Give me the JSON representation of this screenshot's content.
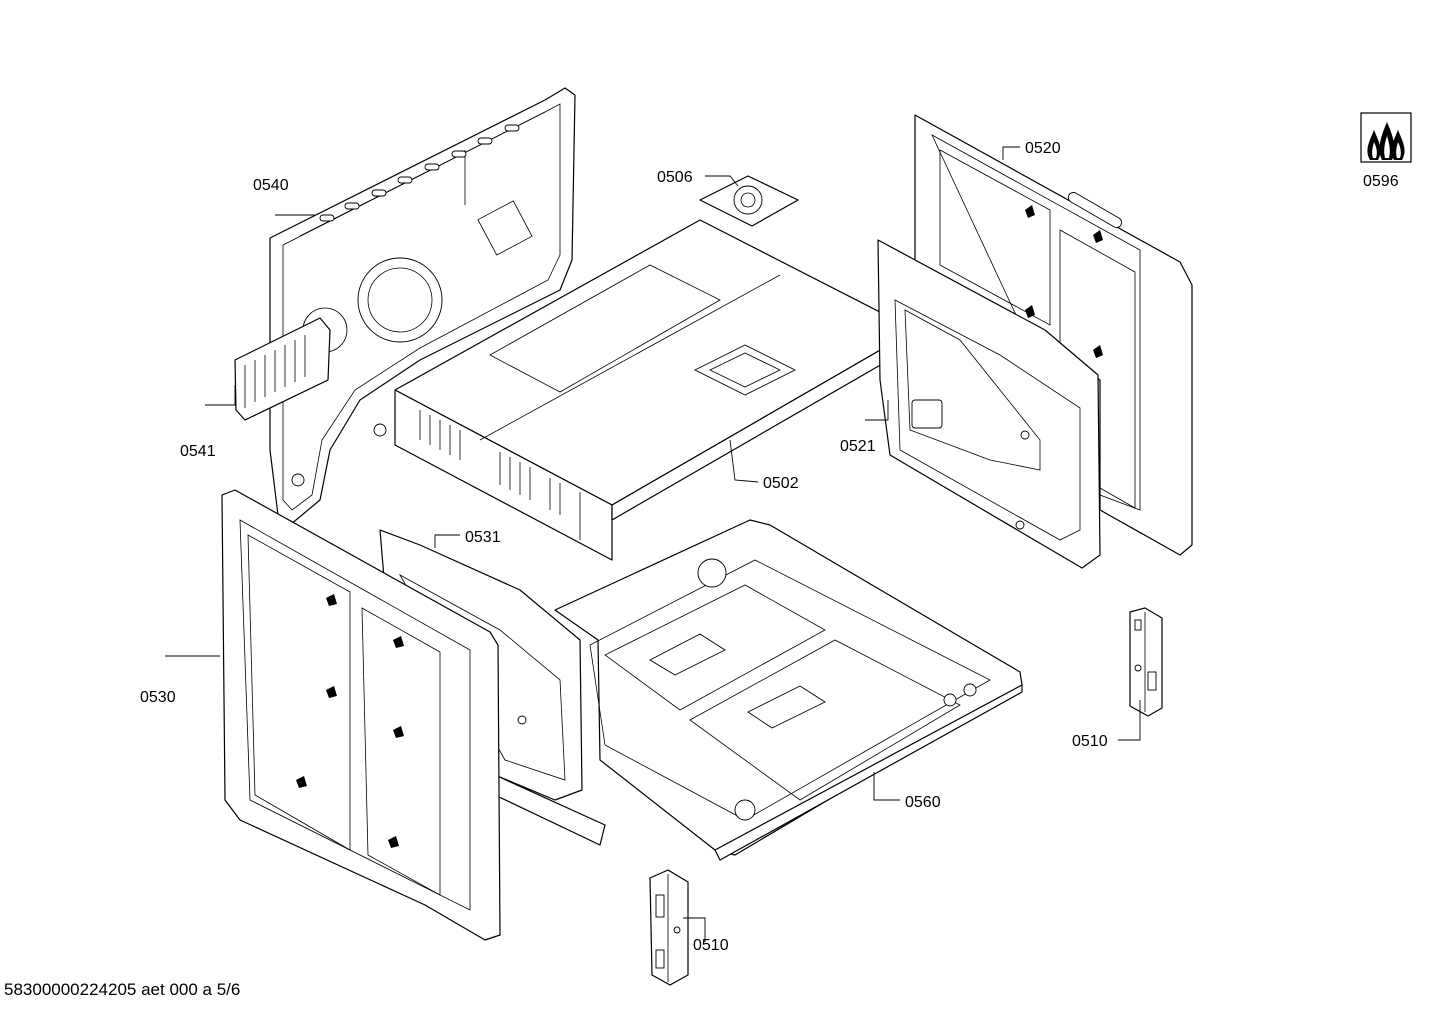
{
  "labels": {
    "p0540": "0540",
    "p0541": "0541",
    "p0506": "0506",
    "p0502": "0502",
    "p0520": "0520",
    "p0521": "0521",
    "p0596": "0596",
    "p0531": "0531",
    "p0530": "0530",
    "p0510a": "0510",
    "p0510b": "0510",
    "p0560": "0560"
  },
  "footer": "58300000224205 aet 000 a 5/6"
}
